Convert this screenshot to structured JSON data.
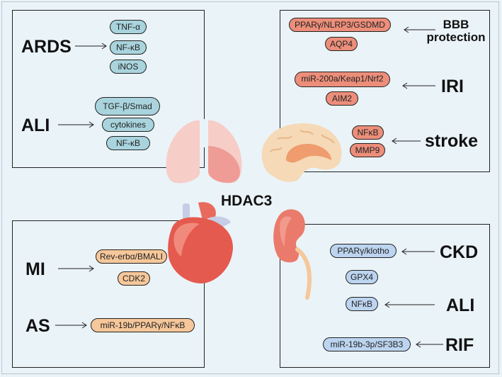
{
  "center": {
    "title": "HDAC3"
  },
  "lung_panel": {
    "diseases": [
      {
        "name": "ARDS",
        "targets": [
          "TNF-α",
          "NF-κB",
          "iNOS"
        ]
      },
      {
        "name": "ALI",
        "targets": [
          "TGF-β/Smad",
          "cytokines",
          "NF-κB"
        ]
      }
    ],
    "color": "#a9d4dd"
  },
  "brain_panel": {
    "diseases": [
      {
        "name_lines": [
          "BBB",
          "protection"
        ],
        "targets": [
          "PPARγ/NLRP3/GSDMD",
          "AQP4"
        ]
      },
      {
        "name": "IRI",
        "targets": [
          "miR-200a/Keap1/Nrf2",
          "AIM2"
        ]
      },
      {
        "name": "stroke",
        "targets": [
          "NFκB",
          "MMP9"
        ]
      }
    ],
    "color": "#ec8e7a"
  },
  "heart_panel": {
    "diseases": [
      {
        "name": "MI",
        "targets": [
          "Rev-erbα/BMALI",
          "CDK2"
        ]
      },
      {
        "name": "AS",
        "targets": [
          "miR-19b/PPARγ/NFκB"
        ]
      }
    ],
    "color": "#f6c79a"
  },
  "kidney_panel": {
    "diseases": [
      {
        "name": "CKD",
        "targets": [
          "PPARγ/klotho",
          "GPX4"
        ]
      },
      {
        "name": "ALI",
        "targets": [
          "NFκB"
        ]
      },
      {
        "name": "RIF",
        "targets": [
          "miR-19b-3p/SF3B3"
        ]
      }
    ],
    "color": "#bcd4ef"
  },
  "organ_icons": [
    "lungs-icon",
    "brain-icon",
    "heart-icon",
    "kidney-icon"
  ]
}
